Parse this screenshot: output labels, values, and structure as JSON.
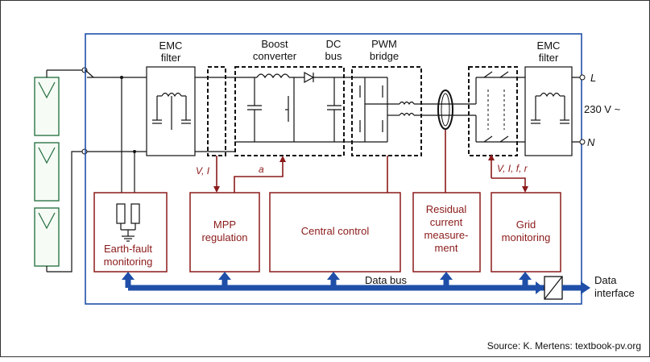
{
  "labels": {
    "emc_filter_left_1": "EMC",
    "emc_filter_left_2": "filter",
    "boost_1": "Boost",
    "boost_2": "converter",
    "dc_bus_1": "DC",
    "dc_bus_2": "bus",
    "pwm_1": "PWM",
    "pwm_2": "bridge",
    "emc_filter_right_1": "EMC",
    "emc_filter_right_2": "filter",
    "L": "L",
    "N": "N",
    "voltage": "230 V ~",
    "vi": "V, I",
    "a": "a",
    "vifr": "V, I, f, r",
    "data_bus": "Data bus",
    "data_interface_1": "Data",
    "data_interface_2": "interface",
    "source": "Source: K. Mertens: textbook-pv.org"
  },
  "blocks": {
    "earth_fault_1": "Earth-fault",
    "earth_fault_2": "monitoring",
    "mpp_1": "MPP",
    "mpp_2": "regulation",
    "central": "Central control",
    "residual_1": "Residual",
    "residual_2": "current",
    "residual_3": "measure-",
    "residual_4": "ment",
    "grid_1": "Grid",
    "grid_2": "monitoring"
  },
  "colors": {
    "bus": "#1f4fa8",
    "control": "#8b1a1a",
    "pv": "#1f6b3a"
  }
}
